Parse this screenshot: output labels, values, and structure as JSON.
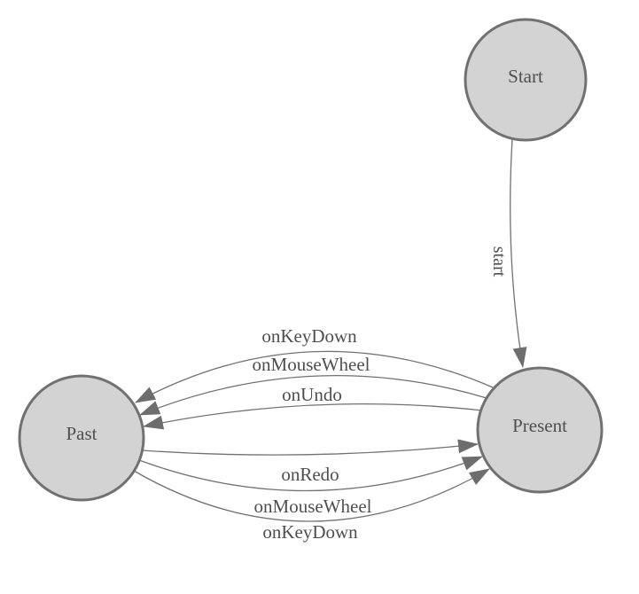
{
  "diagram": {
    "type": "state-machine",
    "colors": {
      "background": "#ffffff",
      "node_fill": "#d3d3d3",
      "node_stroke": "#717171",
      "edge_stroke": "#717171",
      "arrowhead_fill": "#6d6d6d",
      "label_text": "#4f4f4f"
    },
    "nodes": [
      {
        "id": "start",
        "label": "Start"
      },
      {
        "id": "past",
        "label": "Past"
      },
      {
        "id": "present",
        "label": "Present"
      }
    ],
    "edges": [
      {
        "id": "start-to-present",
        "from": "Start",
        "to": "Present",
        "label": "start"
      },
      {
        "id": "present-to-past-onkeydown",
        "from": "Present",
        "to": "Past",
        "label": "onKeyDown"
      },
      {
        "id": "present-to-past-onmousewheel",
        "from": "Present",
        "to": "Past",
        "label": "onMouseWheel"
      },
      {
        "id": "present-to-past-onundo",
        "from": "Present",
        "to": "Past",
        "label": "onUndo"
      },
      {
        "id": "past-to-present-onredo",
        "from": "Past",
        "to": "Present",
        "label": "onRedo"
      },
      {
        "id": "past-to-present-onmousewheel",
        "from": "Past",
        "to": "Present",
        "label": "onMouseWheel"
      },
      {
        "id": "past-to-present-onkeydown",
        "from": "Past",
        "to": "Present",
        "label": "onKeyDown"
      }
    ]
  }
}
